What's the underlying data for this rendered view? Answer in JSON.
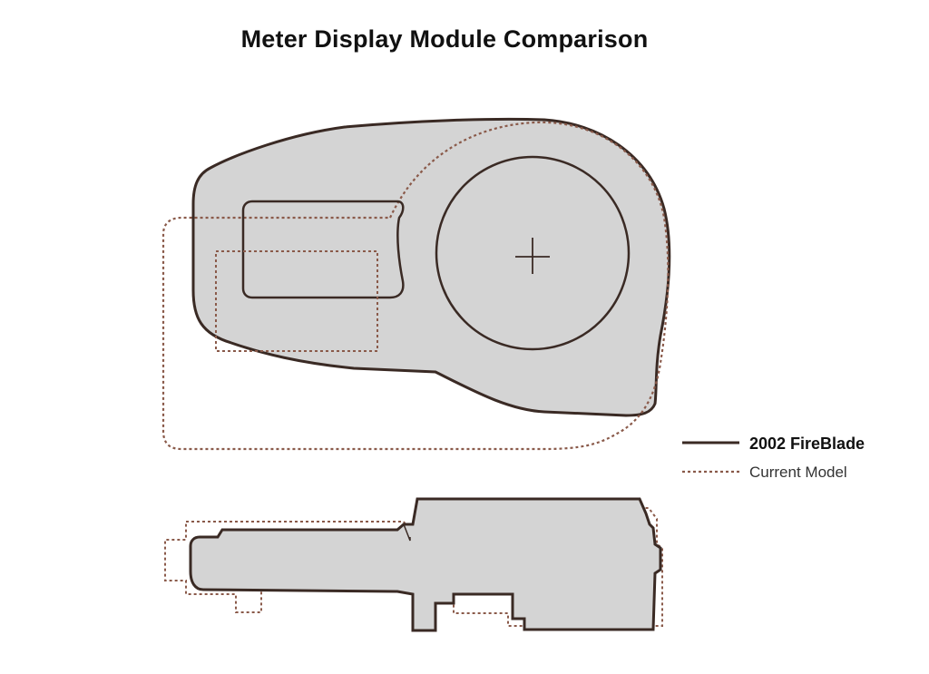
{
  "title": "Meter Display Module Comparison",
  "legend": [
    {
      "label": "2002 FireBlade",
      "line_style": "solid"
    },
    {
      "label": "Current Model",
      "line_style": "dotted"
    }
  ],
  "colors": {
    "fill": "#d4d4d4",
    "solid_outline": "#3a2a24",
    "dotted_outline": "#8a5a4a",
    "text": "#111111"
  }
}
